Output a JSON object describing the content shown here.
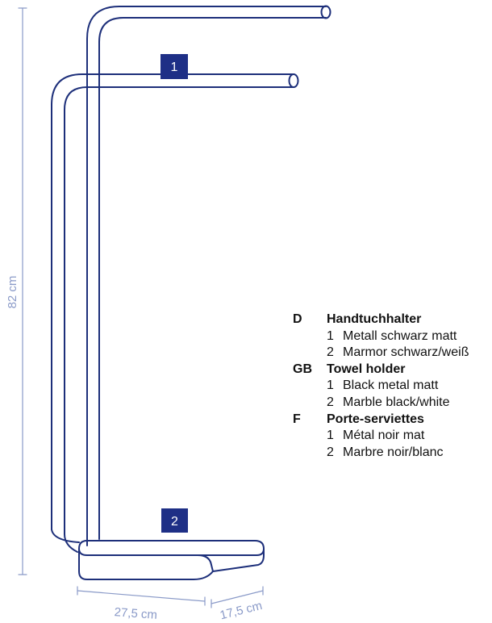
{
  "colors": {
    "line": "#1d2f7a",
    "dimension": "#8a9ac8",
    "badge_bg": "#1e2f86",
    "text": "#111111"
  },
  "badges": {
    "part1": "1",
    "part2": "2"
  },
  "dimensions": {
    "height": "82 cm",
    "width": "27,5 cm",
    "depth": "17,5 cm"
  },
  "legend": [
    {
      "code": "D",
      "title": "Handtuchhalter",
      "items": [
        {
          "num": "1",
          "text": "Metall schwarz matt"
        },
        {
          "num": "2",
          "text": "Marmor schwarz/weiß"
        }
      ]
    },
    {
      "code": "GB",
      "title": "Towel holder",
      "items": [
        {
          "num": "1",
          "text": "Black metal matt"
        },
        {
          "num": "2",
          "text": "Marble black/white"
        }
      ]
    },
    {
      "code": "F",
      "title": "Porte-serviettes",
      "items": [
        {
          "num": "1",
          "text": "Métal noir mat"
        },
        {
          "num": "2",
          "text": "Marbre noir/blanc"
        }
      ]
    }
  ]
}
